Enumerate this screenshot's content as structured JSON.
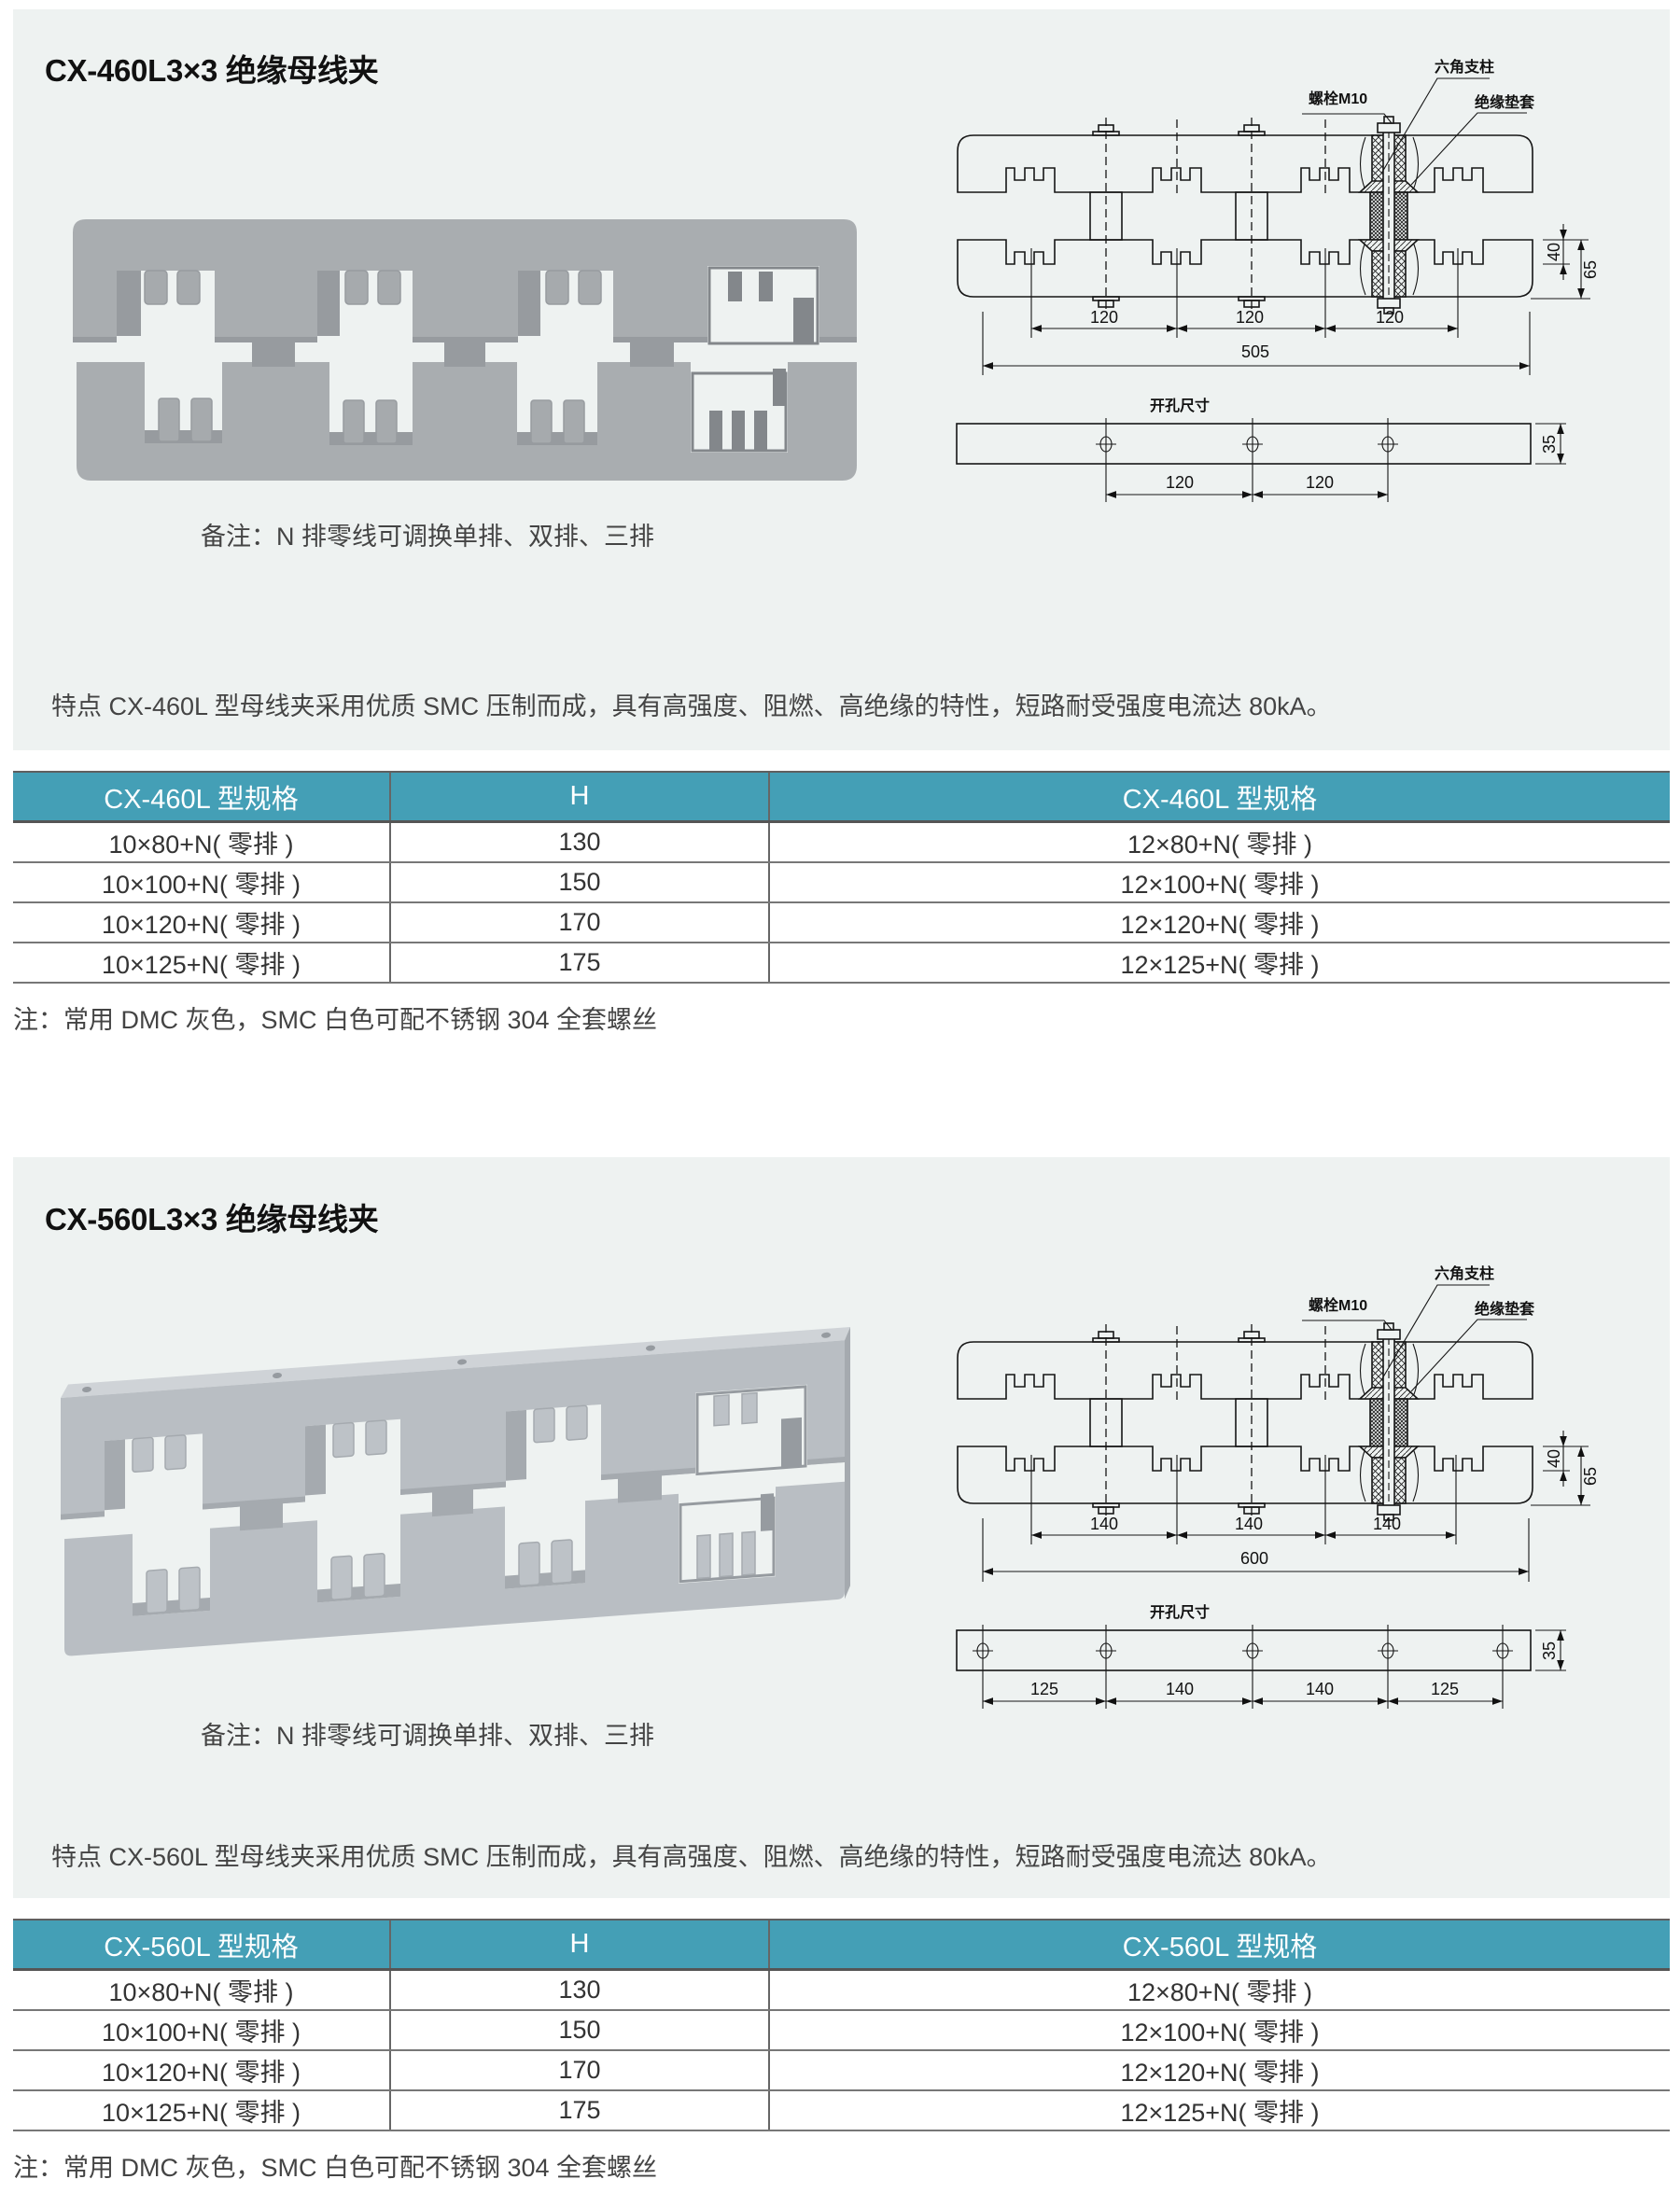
{
  "colors": {
    "panel_bg": "#eef2f1",
    "table_header_bg": "#449fb6",
    "table_header_text": "#ffffff",
    "body_text": "#333333",
    "title_text": "#111111"
  },
  "sections": [
    {
      "title": "CX-460L3×3 绝缘母线夹",
      "photo_caption": "备注：N 排零线可调换单排、双排、三排",
      "feature_text": "特点 CX-460L 型母线夹采用优质 SMC 压制而成，具有高强度、阻燃、高绝缘的特性，短路耐受强度电流达 80kA。",
      "diagram": {
        "labels": {
          "hex_post": "六角支柱",
          "bolt": "螺栓M10",
          "insulating_sleeve": "绝缘垫套"
        },
        "dim_inner": "40",
        "dim_outer": "65",
        "pitch": [
          "120",
          "120",
          "120"
        ],
        "overall_length": "505",
        "cutout": {
          "title": "开孔尺寸",
          "height": "35",
          "spacing": [
            "120",
            "120"
          ]
        }
      },
      "table": {
        "headers": [
          "CX-460L 型规格",
          "H",
          "CX-460L 型规格"
        ],
        "rows": [
          [
            "10×80+N( 零排 )",
            "130",
            "12×80+N( 零排 )"
          ],
          [
            "10×100+N( 零排 )",
            "150",
            "12×100+N( 零排 )"
          ],
          [
            "10×120+N( 零排 )",
            "170",
            "12×120+N( 零排 )"
          ],
          [
            "10×125+N( 零排 )",
            "175",
            "12×125+N( 零排 )"
          ]
        ]
      },
      "note": "注：常用 DMC 灰色，SMC 白色可配不锈钢 304 全套螺丝"
    },
    {
      "title": "CX-560L3×3 绝缘母线夹",
      "photo_caption": "备注：N 排零线可调换单排、双排、三排",
      "feature_text": "特点 CX-560L 型母线夹采用优质 SMC 压制而成，具有高强度、阻燃、高绝缘的特性，短路耐受强度电流达 80kA。",
      "diagram": {
        "labels": {
          "hex_post": "六角支柱",
          "bolt": "螺栓M10",
          "insulating_sleeve": "绝缘垫套"
        },
        "dim_inner": "40",
        "dim_outer": "65",
        "pitch": [
          "140",
          "140",
          "140"
        ],
        "overall_length": "600",
        "cutout": {
          "title": "开孔尺寸",
          "height": "35",
          "spacing": [
            "125",
            "140",
            "140",
            "125"
          ]
        }
      },
      "table": {
        "headers": [
          "CX-560L 型规格",
          "H",
          "CX-560L 型规格"
        ],
        "rows": [
          [
            "10×80+N( 零排 )",
            "130",
            "12×80+N( 零排 )"
          ],
          [
            "10×100+N( 零排 )",
            "150",
            "12×100+N( 零排 )"
          ],
          [
            "10×120+N( 零排 )",
            "170",
            "12×120+N( 零排 )"
          ],
          [
            "10×125+N( 零排 )",
            "175",
            "12×125+N( 零排 )"
          ]
        ]
      },
      "note": "注：常用 DMC 灰色，SMC 白色可配不锈钢 304 全套螺丝"
    }
  ]
}
